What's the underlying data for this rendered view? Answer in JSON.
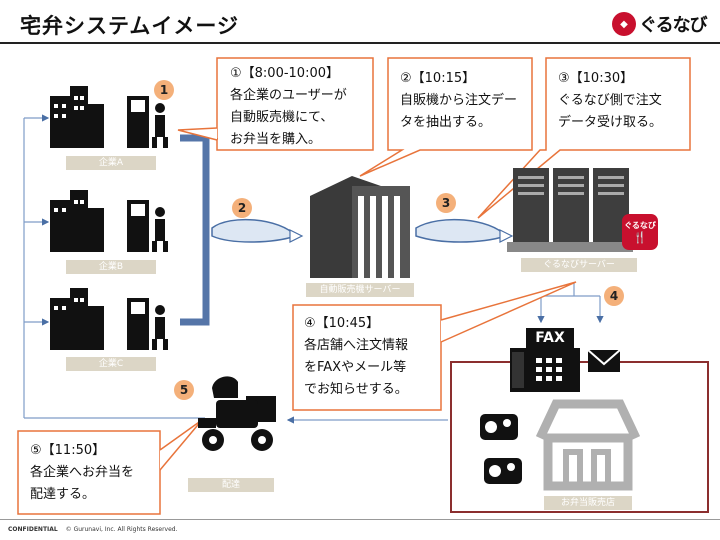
{
  "title": "宅弁システムイメージ",
  "logo": {
    "text": "ぐるなび"
  },
  "companies": [
    "企業A",
    "企業B",
    "企業C"
  ],
  "server_vending": "自動販売機サーバー",
  "server_gurunavi": "ぐるなびサーバー",
  "server_badge": "ぐるなび",
  "shop": "お弁当販売店",
  "delivery": "配達",
  "fax_label": "FAX",
  "numbers": [
    "1",
    "2",
    "3",
    "4",
    "5"
  ],
  "callouts": {
    "c1": "①【8:00-10:00】\n各企業のユーザーが\n自動販売機にて、\nお弁当を購入。",
    "c2": "②【10:15】\n自販機から注文デー\nタを抽出する。",
    "c3": "③【10:30】\nぐるなび側で注文\nデータ受け取る。",
    "c4": "④【10:45】\n各店舗へ注文情報\nをFAXやメール等\nでお知らせする。",
    "c5": "⑤【11:50】\n各企業へお弁当を\n配達する。"
  },
  "footer": {
    "confidential": "CONFIDENTIAL",
    "copyright": "© Gurunavi, Inc. All Rights Reserved."
  },
  "colors": {
    "callout_border": "#e8743b",
    "accent_blue": "#4a6fa5",
    "shop_border": "#8b2e2e",
    "label_bg": "#dcd6c6"
  }
}
